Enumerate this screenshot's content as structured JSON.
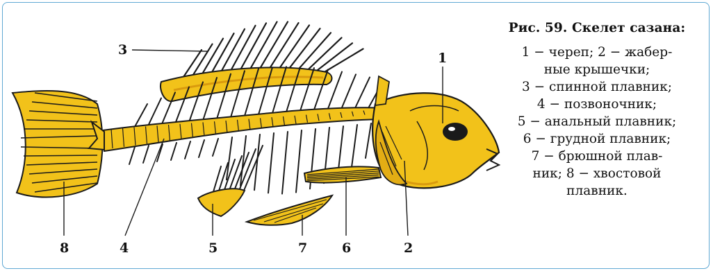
{
  "figure": {
    "caption_title": "Рис. 59. Скелет сазана:",
    "caption_lines": [
      "1 − череп; 2 − жабер-",
      "ные крышечки;",
      "3 − спинной плавник;",
      "4 − позвоночник;",
      "5 − анальный плавник;",
      "6 − грудной плавник;",
      "7 − брюшной плав-",
      "ник; 8 − хвостовой",
      "плавник."
    ],
    "labels": [
      {
        "id": "skull",
        "number": "1"
      },
      {
        "id": "gill-covers",
        "number": "2"
      },
      {
        "id": "dorsal-fin",
        "number": "3"
      },
      {
        "id": "spine",
        "number": "4"
      },
      {
        "id": "anal-fin",
        "number": "5"
      },
      {
        "id": "pectoral-fin",
        "number": "6"
      },
      {
        "id": "pelvic-fin",
        "number": "7"
      },
      {
        "id": "tail-fin",
        "number": "8"
      }
    ],
    "colors": {
      "bone": "#f2c21a",
      "bone_shade": "#d99a0e",
      "outline": "#1a1a1a",
      "frame": "#5fa8d3"
    }
  }
}
